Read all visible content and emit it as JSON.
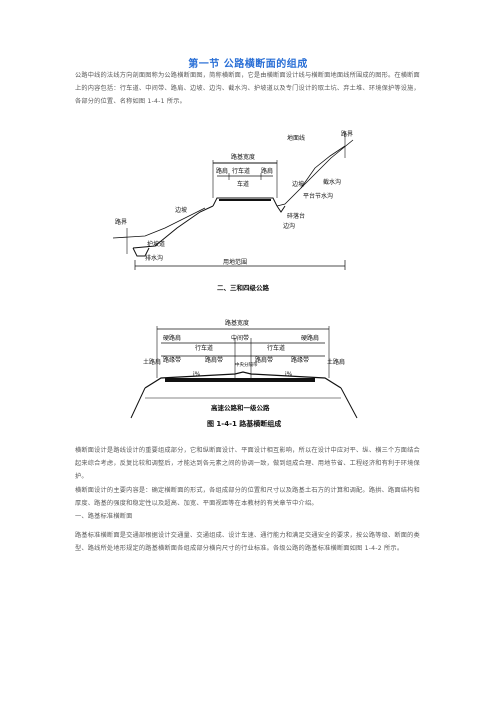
{
  "title": "第一节  公路横断面的组成",
  "intro": "公路中线的法线方向剖面图称为公路横断面图，简称横断面，它是由横断面设计线与横断面地面线所围成的图形。在横断面上的内容包括：行车道、中间带、路肩、边坡、边沟、截水沟、护坡道以及专门设计的取土坑、弃土堆、环境保护等设施，各部分的位置、名称如图 1-4-1 所示。",
  "figure": {
    "top": {
      "labels": {
        "lujie_top": "路界",
        "dimianxian": "地面线",
        "lujikuandu": "路基宽度",
        "lujian_l": "路肩",
        "xingchedao": "行车道",
        "lujian_r": "路肩",
        "chedao": "车道",
        "bianpo": "边坡",
        "jieshuigou": "截水沟",
        "pingtai": "平台节水沟",
        "bianpo_l": "边坡",
        "suiluotai": "碎落台",
        "biangou": "边沟",
        "lujie_l": "路界",
        "hupodao": "护坡道",
        "paishuigou": "排水沟",
        "yongdifanwei": "用地范围"
      },
      "caption": "二、三和四级公路"
    },
    "bottom": {
      "labels": {
        "lujikuandu": "路基宽度",
        "zhongjiandai": "中间带",
        "yinglujian_l": "硬路肩",
        "yinglujian_r": "硬路肩",
        "xingchedao_l": "行车道",
        "xingchedao_r": "行车道",
        "lujiedai_l": "路缘带",
        "lujian_l": "路肩带",
        "zhongyangfengedai": "中央分隔带",
        "lujian_r": "路肩带",
        "lujiedai_r": "路缘带",
        "tulujian_l": "土路肩",
        "tulujian_r": "土路肩",
        "slope_l": "i%",
        "slope_r": "i%"
      },
      "caption": "高速公路和一级公路"
    },
    "figure_caption": "图 1-4-1   路基横断组成"
  },
  "body": [
    "横断面设计是路线设计的重要组成部分，它和纵断面设计、平面设计相互影响，所以在设计中应对平、纵、横三个方面结合起来综合考虑，反复比较和调整后，才能达到各元素之间的协调一致，做到组成合理、用地节省、工程经济和有利于环境保护。",
    "横断面设计的主要内容是：确定横断面的形式，各组成部分的位置和尺寸以及路基土石方的计算和调配。路拱、路面结构和厚度、路基的强度和稳定性以及超高、加宽、平面视距等在本教材的有关章节中介绍。",
    "一、路基标准横断面",
    "路基标准横断面是交通部根据设计交通量、交通组成、设计车速、通行能力和满足交通安全的要求，按公路等级、断面的类型、路线所处地形规定的路基横断面各组成部分横向尺寸的行业标准。各级公路的路基标准横断面如图 1-4-2 所示。"
  ]
}
